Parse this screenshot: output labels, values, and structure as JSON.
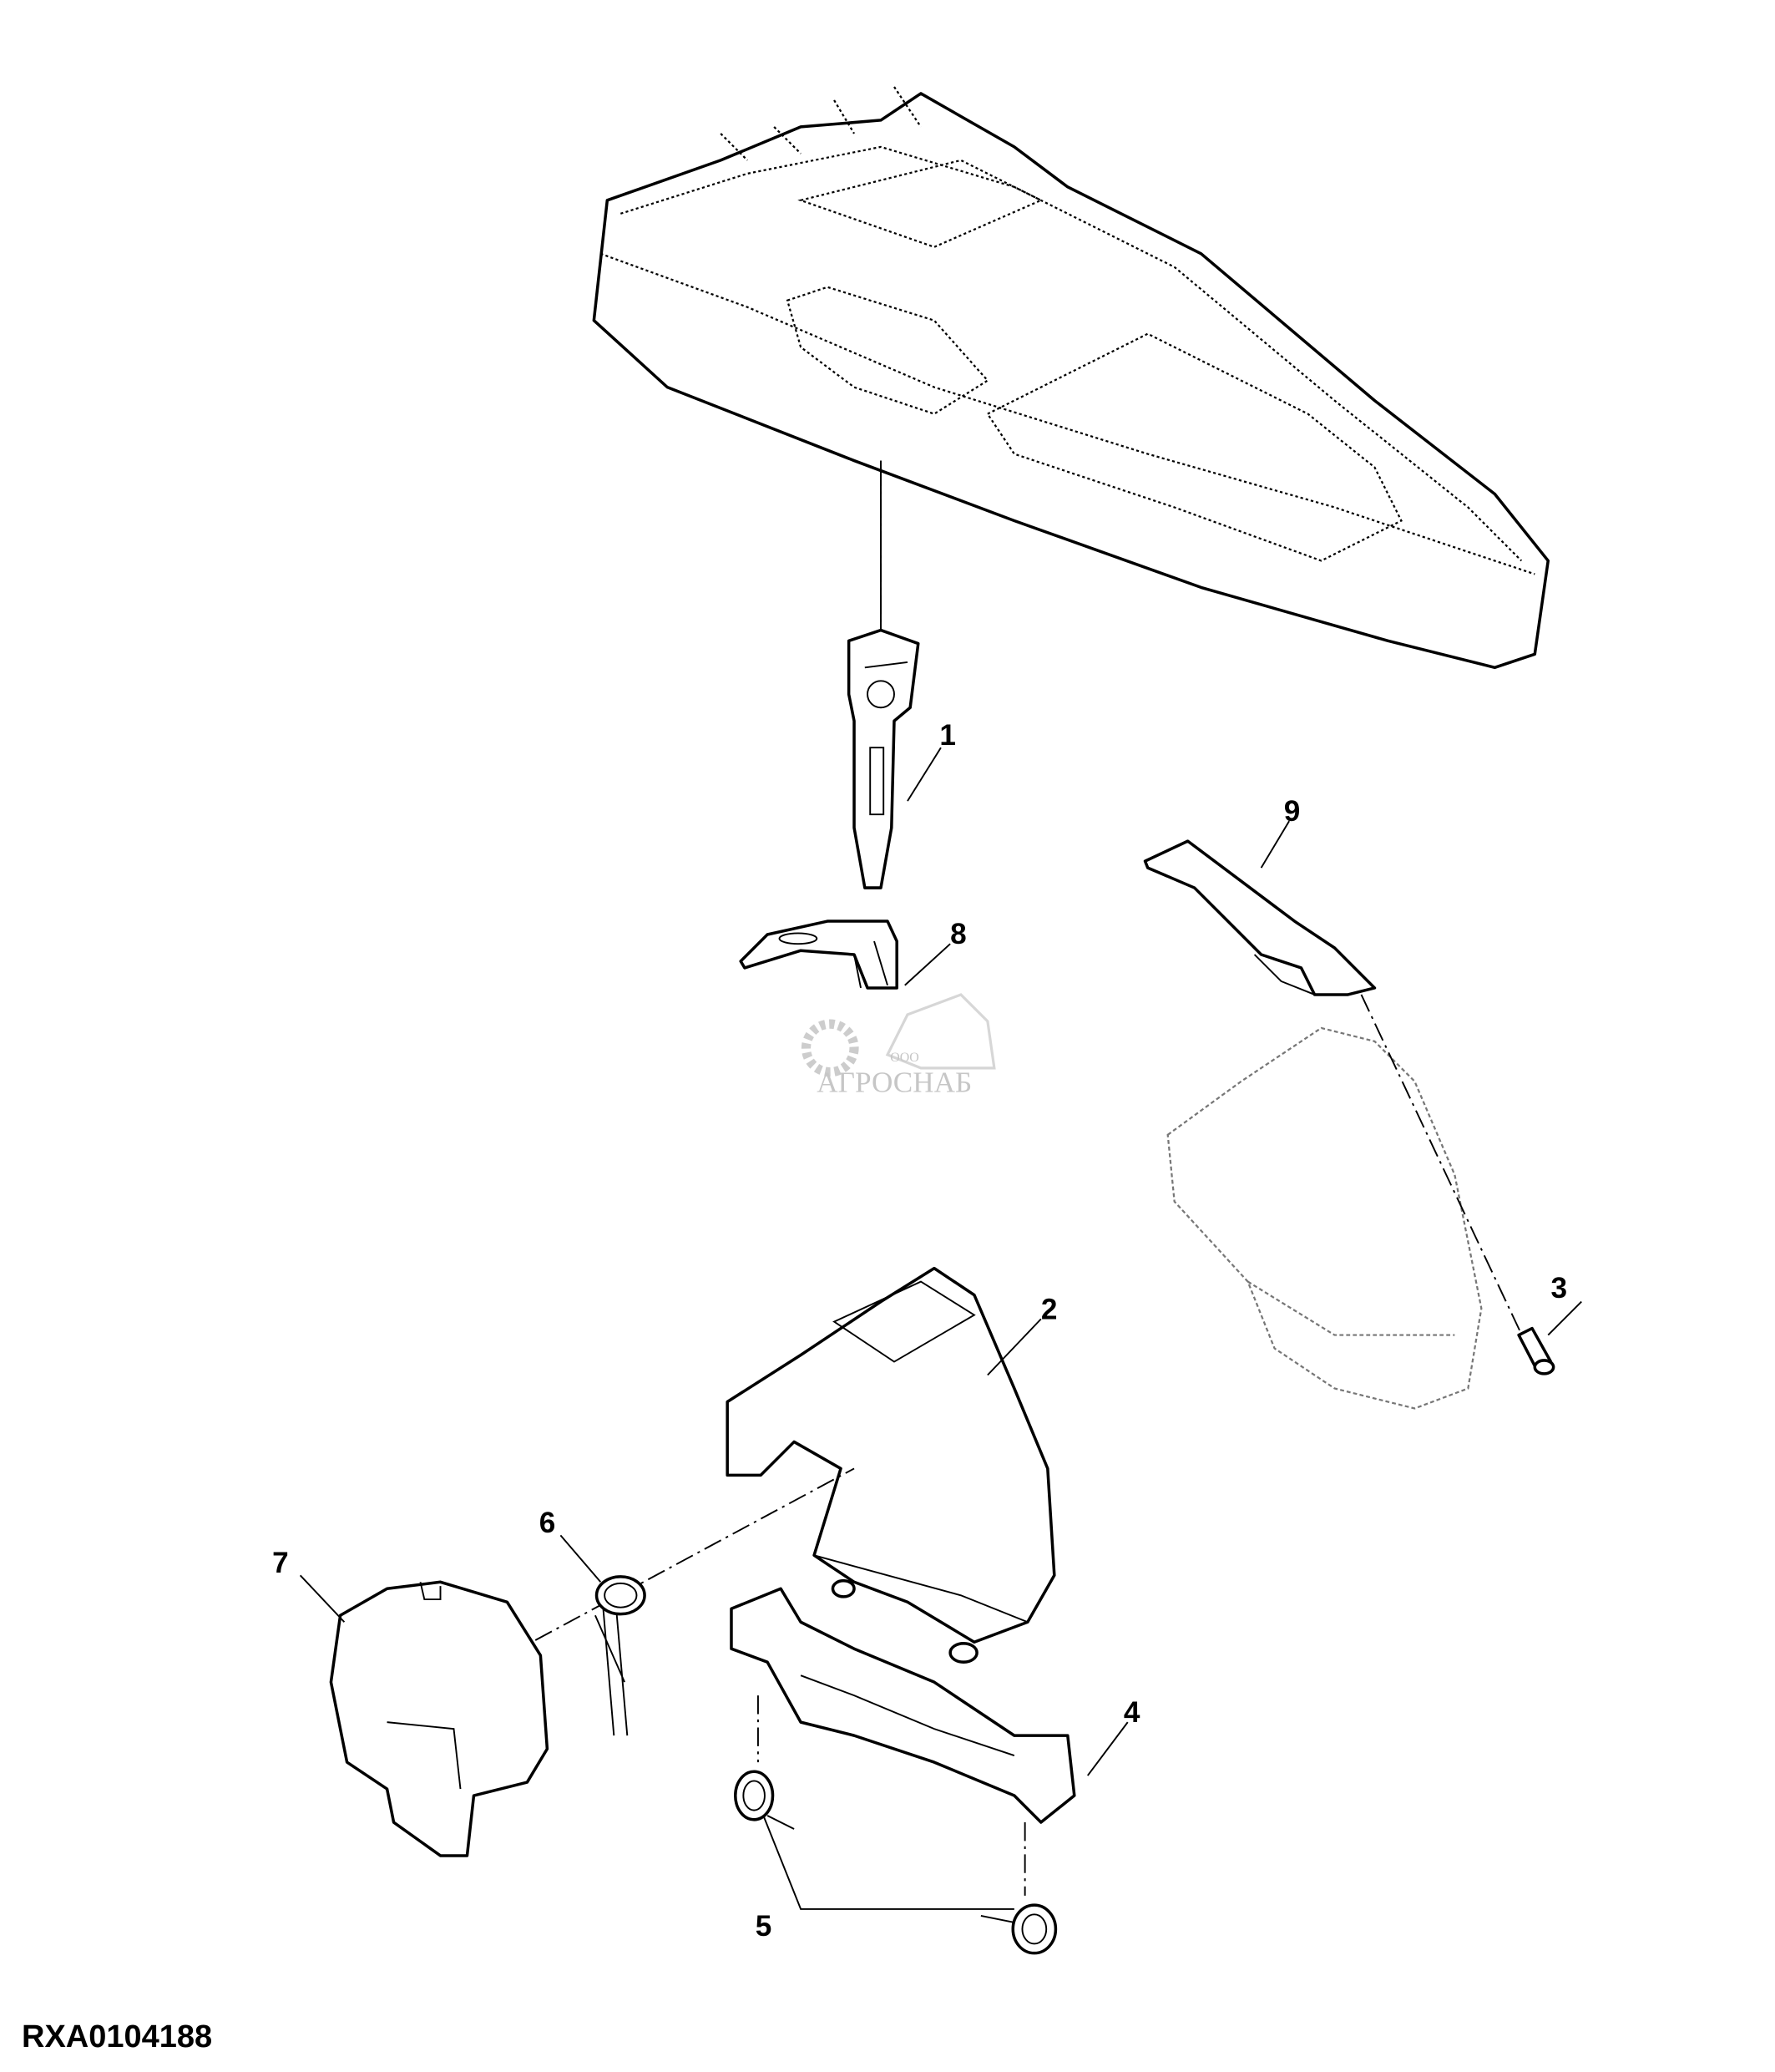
{
  "figure_id": "RXA0104188",
  "callouts": {
    "c1": "1",
    "c2": "2",
    "c3": "3",
    "c4": "4",
    "c5": "5",
    "c6": "6",
    "c7": "7",
    "c8": "8",
    "c9": "9"
  },
  "watermark": {
    "prefix": "ООО",
    "name": "АГРОСНАБ"
  }
}
